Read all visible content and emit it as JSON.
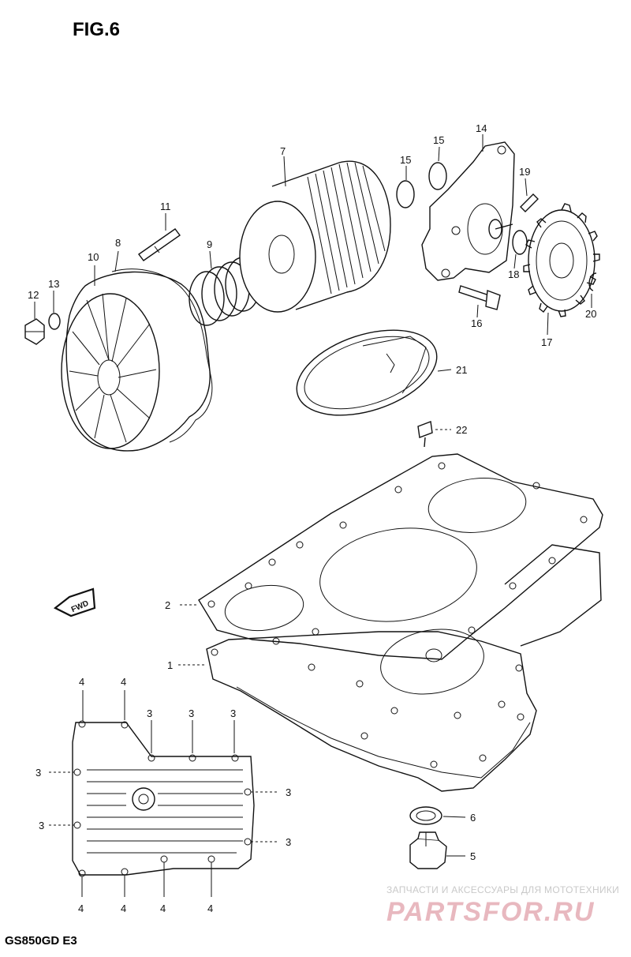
{
  "figure": {
    "title": "FIG.6",
    "model": "GS850GD E3"
  },
  "watermark": {
    "tagline": "ЗАПЧАСТИ И АКСЕССУАРЫ ДЛЯ МОТОТЕХНИКИ",
    "brand": "PARTSFOR.RU"
  },
  "forward_arrow": {
    "label": "FWD"
  },
  "callouts": {
    "c1": "1",
    "c2": "2",
    "c5": "5",
    "c6": "6",
    "c7": "7",
    "c8": "8",
    "c9": "9",
    "c10": "10",
    "c11": "11",
    "c12": "12",
    "c13": "13",
    "c14": "14",
    "c15a": "15",
    "c15b": "15",
    "c16": "16",
    "c17": "17",
    "c18": "18",
    "c19": "19",
    "c20": "20",
    "c21": "21",
    "c22": "22",
    "c3_a": "3",
    "c3_b": "3",
    "c3_c": "3",
    "c3_d": "3",
    "c3_e": "3",
    "c3_f": "3",
    "c3_g": "3",
    "c4_a": "4",
    "c4_b": "4",
    "c4_c": "4",
    "c4_d": "4",
    "c4_e": "4",
    "c4_f": "4"
  },
  "icons": {
    "arrow": "fwd-arrow-icon"
  }
}
